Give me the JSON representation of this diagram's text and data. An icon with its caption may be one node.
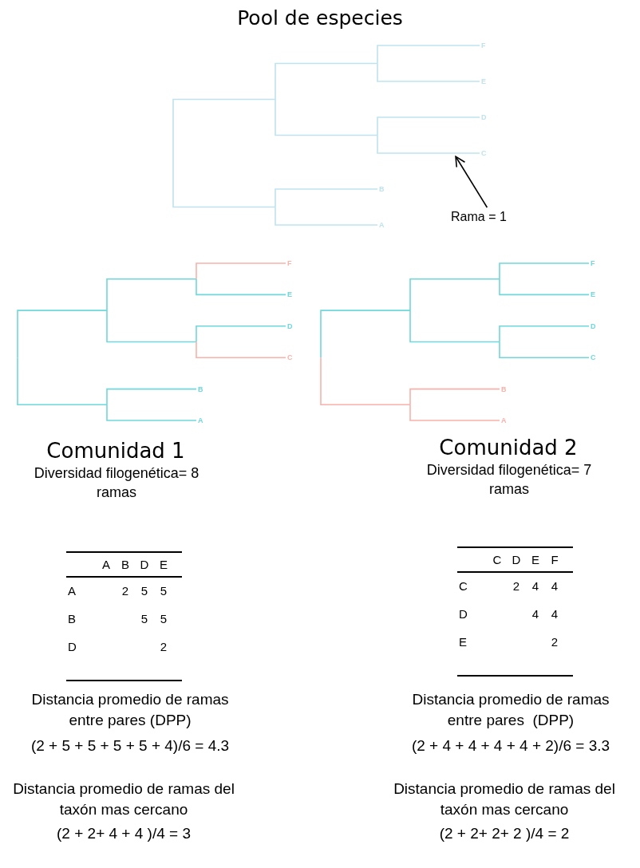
{
  "diagram": {
    "title": "Pool de especies",
    "nodes": [
      {
        "text": [],
        "shape": "bar"
      },
      {
        "text": [
          "Rama = 1"
        ]
      }
    ],
    "edges": [
      {
        "from": 1,
        "to": 0,
        "arrow": "to"
      }
    ],
    "labels": [
      "F",
      "E",
      "D",
      "C",
      "B",
      "A",
      "F",
      "E",
      "D",
      "C",
      "B",
      "A",
      "F",
      "E",
      "D",
      "C",
      "B",
      "A",
      "Comunidad 1",
      "Comunidad 2",
      "Diversidad filogenética= 8 ramas",
      "Diversidad filogenética= 7 ramas",
      "A",
      "B",
      "D",
      "E",
      "A",
      "2",
      "5",
      "5",
      "B",
      "5",
      "5",
      "D",
      "2",
      "C",
      "D",
      "E",
      "F",
      "C",
      "2",
      "4",
      "4",
      "D",
      "4",
      "4",
      "E",
      "2",
      "Distancia promedio de ramas entre pares (DPP)",
      "(2 + 5 + 5 + 5 + 5 + 4)/6 = 4.3",
      "Distancia promedio de ramas entre pares  (DPP)",
      "(2 + 4 + 4 + 4 + 4 + 2)/6 = 3.3",
      "Distancia promedio de ramas del taxón mas cercano",
      "(2 + 2+ 4 + 4 )/4 = 3",
      "Distancia promedio de ramas del taxón mas cercano",
      "(2 + 2+ 2+ 2 )/4 = 2"
    ]
  }
}
